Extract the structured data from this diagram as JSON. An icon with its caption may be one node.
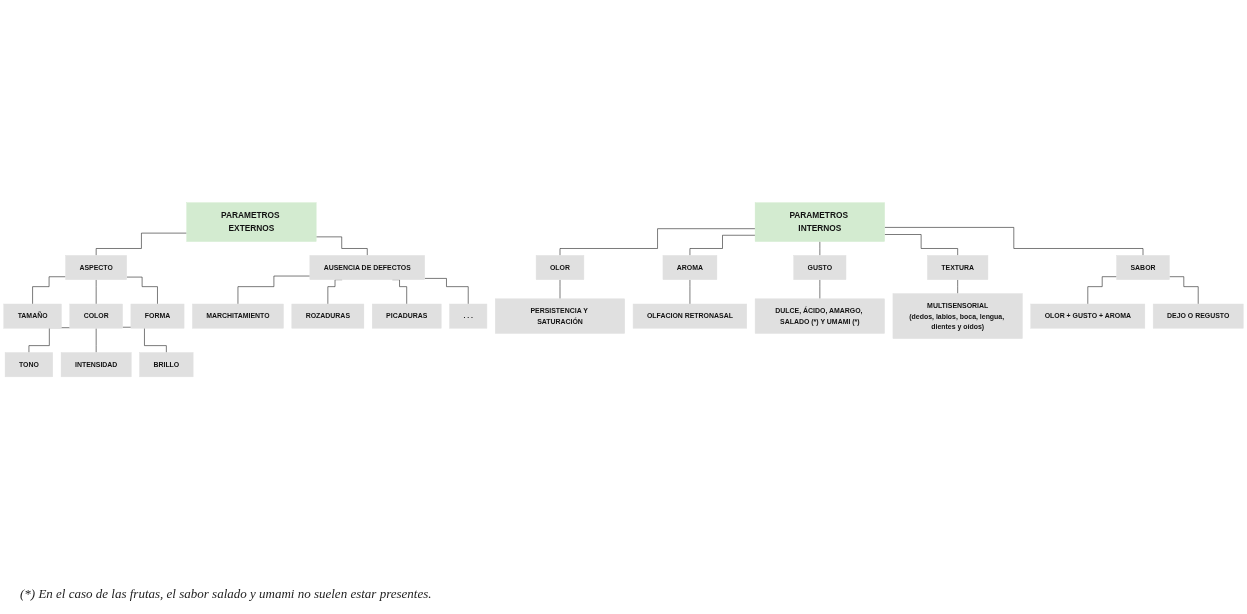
{
  "diagram": {
    "nodes": [
      {
        "text": [
          "PARAMETROS EXTERNOS"
        ]
      },
      {
        "text": [
          "ASPECTO"
        ]
      },
      {
        "text": [
          "AUSENCIA DE DEFECTOS"
        ]
      },
      {
        "text": [
          "TAMAÑO"
        ]
      },
      {
        "text": [
          "COLOR"
        ]
      },
      {
        "text": [
          "FORMA"
        ]
      },
      {
        "text": [
          "TONO"
        ]
      },
      {
        "text": [
          "INTENSIDAD"
        ]
      },
      {
        "text": [
          "BRILLO"
        ]
      },
      {
        "text": [
          "MARCHITAMIENTO"
        ]
      },
      {
        "text": [
          "ROZADURAS"
        ]
      },
      {
        "text": [
          "PICADURAS"
        ]
      },
      {
        "text": [
          ". . ."
        ]
      },
      {
        "text": [
          "PARAMETROS INTERNOS"
        ]
      },
      {
        "text": [
          "OLOR"
        ]
      },
      {
        "text": [
          "AROMA"
        ]
      },
      {
        "text": [
          "GUSTO"
        ]
      },
      {
        "text": [
          "TEXTURA"
        ]
      },
      {
        "text": [
          "SABOR"
        ]
      },
      {
        "text": [
          "PERSISTENCIA Y SATURACIÓN"
        ]
      },
      {
        "text": [
          "OLFACION RETRONASAL"
        ]
      },
      {
        "text": [
          "DULCE, ÁCIDO, AMARGO, SALADO (*) Y UMAMI (*)"
        ]
      },
      {
        "text": [
          "MULTISENSORIAL",
          "(dedos, labios, boca, lengua, dientes y oídos)"
        ]
      },
      {
        "text": [
          "OLOR + GUSTO + AROMA"
        ]
      },
      {
        "text": [
          "DEJO O REGUSTO"
        ]
      }
    ],
    "edges": [
      {
        "from": 0,
        "to": 1,
        "arrow": "none"
      },
      {
        "from": 0,
        "to": 2,
        "arrow": "none"
      },
      {
        "from": 1,
        "to": 3,
        "arrow": "none"
      },
      {
        "from": 1,
        "to": 4,
        "arrow": "none"
      },
      {
        "from": 1,
        "to": 5,
        "arrow": "none"
      },
      {
        "from": 4,
        "to": 6,
        "arrow": "none"
      },
      {
        "from": 4,
        "to": 7,
        "arrow": "none"
      },
      {
        "from": 4,
        "to": 8,
        "arrow": "none"
      },
      {
        "from": 2,
        "to": 9,
        "arrow": "none"
      },
      {
        "from": 2,
        "to": 10,
        "arrow": "none"
      },
      {
        "from": 2,
        "to": 11,
        "arrow": "none"
      },
      {
        "from": 2,
        "to": 12,
        "arrow": "none"
      },
      {
        "from": 13,
        "to": 14,
        "arrow": "none"
      },
      {
        "from": 13,
        "to": 15,
        "arrow": "none"
      },
      {
        "from": 13,
        "to": 16,
        "arrow": "none"
      },
      {
        "from": 13,
        "to": 17,
        "arrow": "none"
      },
      {
        "from": 13,
        "to": 18,
        "arrow": "none"
      },
      {
        "from": 14,
        "to": 19,
        "arrow": "none"
      },
      {
        "from": 15,
        "to": 20,
        "arrow": "none"
      },
      {
        "from": 16,
        "to": 21,
        "arrow": "none"
      },
      {
        "from": 17,
        "to": 22,
        "arrow": "none"
      },
      {
        "from": 18,
        "to": 23,
        "arrow": "none"
      },
      {
        "from": 18,
        "to": 24,
        "arrow": "none"
      }
    ],
    "labels": [
      "(*) En el caso de las frutas, el sabor salado y umami no suelen estar presentes."
    ]
  }
}
